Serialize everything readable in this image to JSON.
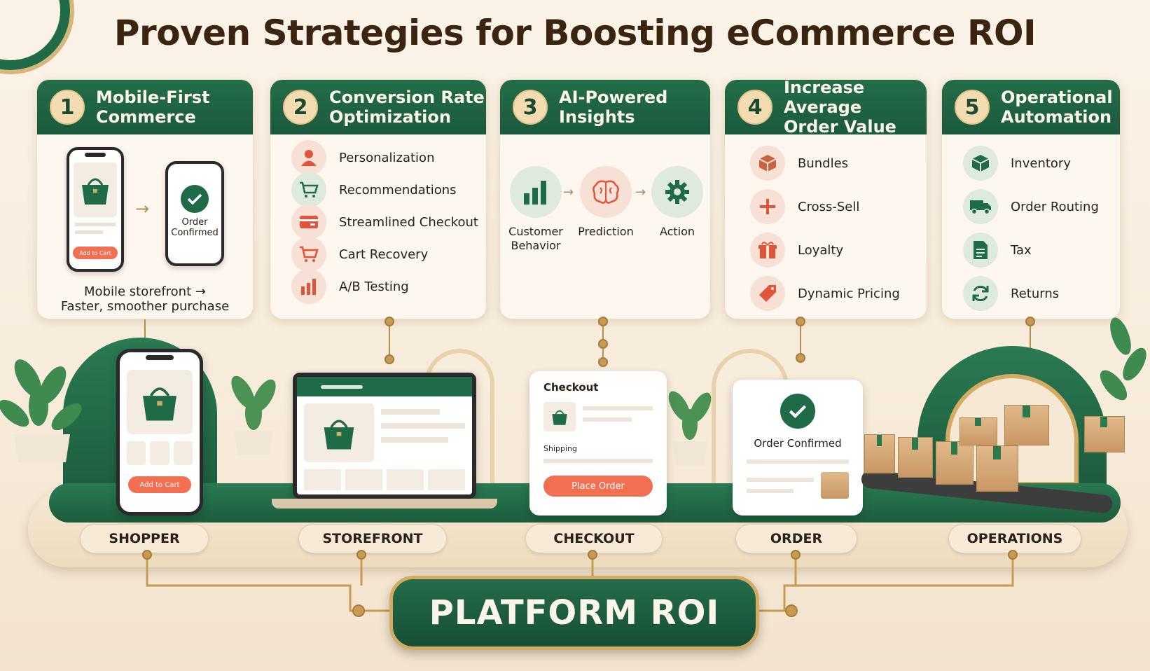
{
  "title": "Proven Strategies for Boosting eCommerce ROI",
  "colors": {
    "green": "#1f6a47",
    "coral": "#f26f52",
    "gold": "#d4ab62",
    "cream": "#fbf3e8"
  },
  "strategies": [
    {
      "number": "1",
      "title_line1": "Mobile-First",
      "title_line2": "Commerce",
      "phone_button": "Add to Cart",
      "confirm_line1": "Order",
      "confirm_line2": "Confirmed",
      "caption_line1": "Mobile storefront →",
      "caption_line2": "Faster, smoother purchase"
    },
    {
      "number": "2",
      "title_line1": "Conversion Rate",
      "title_line2": "Optimization",
      "items": [
        {
          "label": "Personalization",
          "icon": "person-icon"
        },
        {
          "label": "Recommendations",
          "icon": "cart-icon"
        },
        {
          "label": "Streamlined Checkout",
          "icon": "card-icon"
        },
        {
          "label": "Cart Recovery",
          "icon": "cart-icon"
        },
        {
          "label": "A/B Testing",
          "icon": "bar-chart-icon"
        }
      ]
    },
    {
      "number": "3",
      "title_line1": "AI-Powered",
      "title_line2": "Insights",
      "items": [
        {
          "label_line1": "Customer",
          "label_line2": "Behavior",
          "icon": "bar-chart-icon"
        },
        {
          "label_line1": "Prediction",
          "label_line2": "",
          "icon": "brain-icon"
        },
        {
          "label_line1": "Action",
          "label_line2": "",
          "icon": "gear-icon"
        }
      ]
    },
    {
      "number": "4",
      "title_line1": "Increase Average",
      "title_line2": "Order Value",
      "items": [
        {
          "label": "Bundles",
          "icon": "box-icon"
        },
        {
          "label": "Cross-Sell",
          "icon": "plus-icon"
        },
        {
          "label": "Loyalty",
          "icon": "gift-icon"
        },
        {
          "label": "Dynamic Pricing",
          "icon": "price-tag-icon"
        }
      ]
    },
    {
      "number": "5",
      "title_line1": "Operational",
      "title_line2": "Automation",
      "items": [
        {
          "label": "Inventory",
          "icon": "cube-icon"
        },
        {
          "label": "Order Routing",
          "icon": "truck-icon"
        },
        {
          "label": "Tax",
          "icon": "document-icon"
        },
        {
          "label": "Returns",
          "icon": "refresh-icon"
        }
      ]
    }
  ],
  "stages": [
    "SHOPPER",
    "STOREFRONT",
    "CHECKOUT",
    "ORDER",
    "OPERATIONS"
  ],
  "shopper_phone": {
    "button": "Add to Cart"
  },
  "checkout_card": {
    "title": "Checkout",
    "shipping": "Shipping",
    "button": "Place Order"
  },
  "order_card": {
    "title": "Order Confirmed"
  },
  "platform_label": "PLATFORM ROI"
}
